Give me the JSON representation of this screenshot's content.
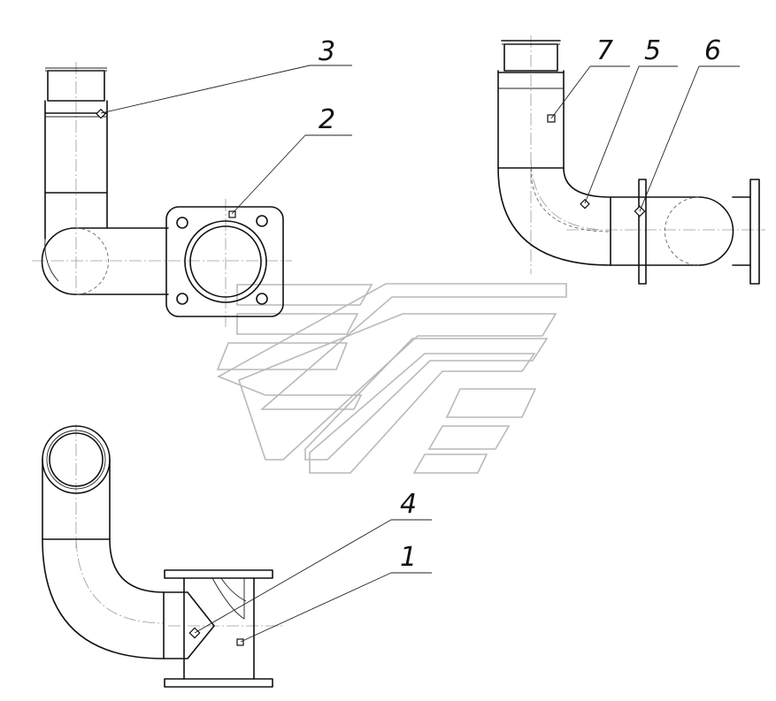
{
  "drawing": {
    "callouts": [
      {
        "id": "c3",
        "text": "3"
      },
      {
        "id": "c2",
        "text": "2"
      },
      {
        "id": "c7",
        "text": "7"
      },
      {
        "id": "c5",
        "text": "5"
      },
      {
        "id": "c6",
        "text": "6"
      },
      {
        "id": "c4",
        "text": "4"
      },
      {
        "id": "c1",
        "text": "1"
      }
    ]
  }
}
